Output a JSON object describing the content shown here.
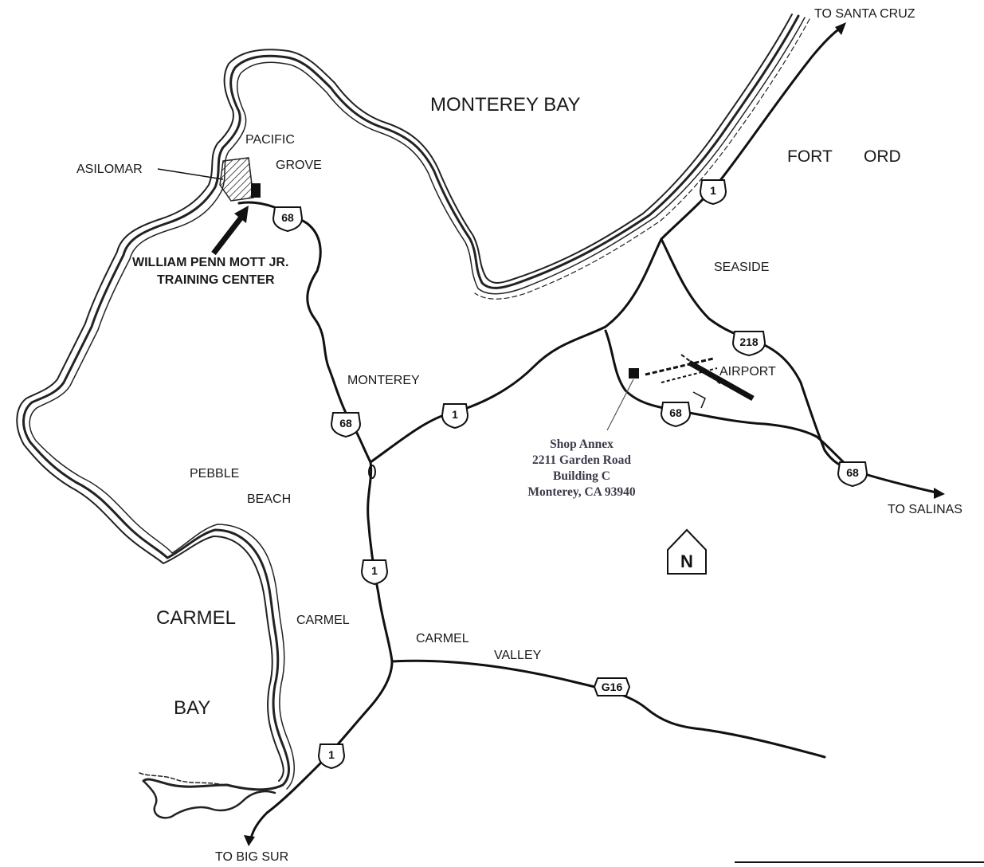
{
  "labels": {
    "to_santa_cruz": "TO SANTA CRUZ",
    "monterey_bay": "MONTEREY BAY",
    "fort_ord_1": "FORT",
    "fort_ord_2": "ORD",
    "pacific": "PACIFIC",
    "grove": "GROVE",
    "asilomar": "ASILOMAR",
    "training_1": "WILLIAM PENN MOTT JR.",
    "training_2": "TRAINING CENTER",
    "seaside": "SEASIDE",
    "airport": "AIRPORT",
    "monterey": "MONTEREY",
    "pebble": "PEBBLE",
    "beach": "BEACH",
    "to_salinas": "TO SALINAS",
    "carmel_big": "CARMEL",
    "bay_big": "BAY",
    "carmel": "CARMEL",
    "carmel_valley_1": "CARMEL",
    "carmel_valley_2": "VALLEY",
    "to_big_sur": "TO BIG SUR",
    "north": "N"
  },
  "shop_annex": {
    "line1": "Shop Annex",
    "line2": "2211 Garden Road",
    "line3": "Building C",
    "line4": "Monterey, CA 93940"
  },
  "route_shields": {
    "hwy1_north": "1",
    "hwy68_pg": "68",
    "hwy218": "218",
    "hwy68_airport": "68",
    "hwy68_monterey": "68",
    "hwy1_mid": "1",
    "hwy68_salinas": "68",
    "hwy1_carmel": "1",
    "g16": "G16",
    "hwy1_south": "1"
  },
  "colors": {
    "ink": "#111111",
    "annex_text": "#3a3a4a",
    "background": "#ffffff"
  }
}
